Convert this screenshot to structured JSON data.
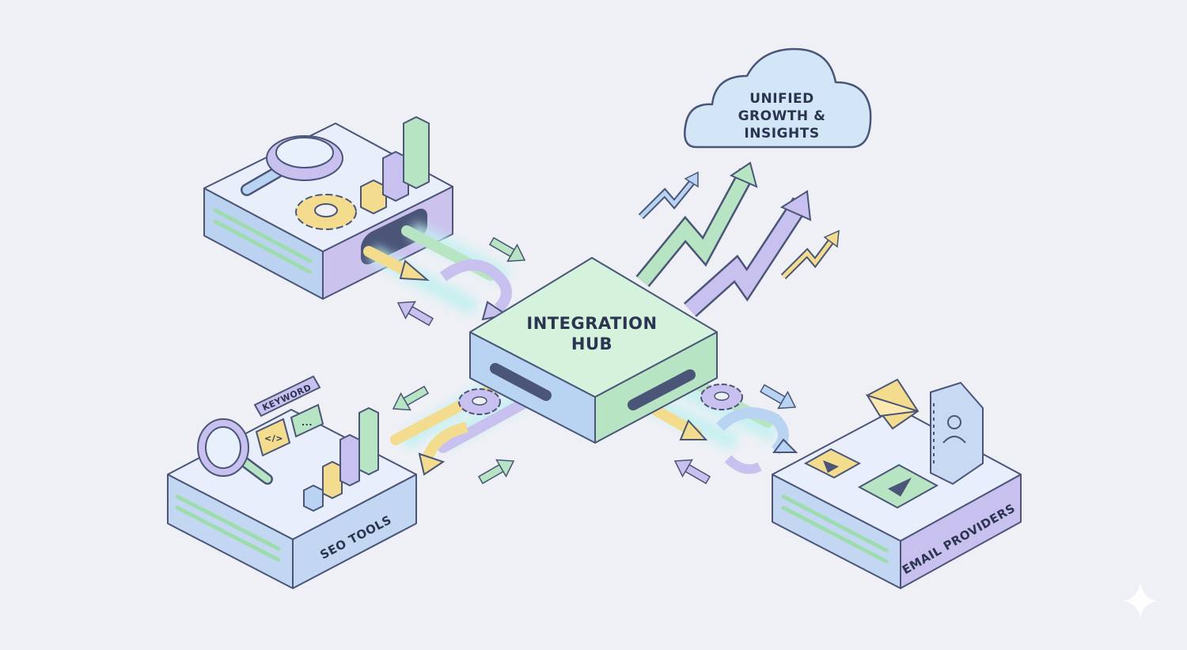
{
  "diagram": {
    "hub_label_line1": "INTEGRATION",
    "hub_label_line2": "HUB",
    "cloud_line1": "UNIFIED",
    "cloud_line2": "GROWTH &",
    "cloud_line3": "INSIGHTS",
    "seo_label": "SEO TOOLS",
    "email_label": "EMAIL PROVIDERS",
    "keyword_tag": "KEYWORD",
    "code_tag": "</>",
    "dots_tag": "..."
  },
  "colors": {
    "background": "#eef0f5",
    "outline": "#4a5578",
    "blue": "#b9d3f3",
    "green": "#b7e5c3",
    "purple": "#c8c0ee",
    "yellow": "#f3dc8e",
    "hub_top": "#d5f2dc",
    "platform_top": "#e8eefb"
  },
  "icons": [
    "magnifier-icon",
    "gear-icon",
    "bar-chart-icon",
    "envelope-icon",
    "contact-book-icon",
    "send-icon",
    "play-icon",
    "trend-arrow-icon",
    "sparkle-icon"
  ]
}
